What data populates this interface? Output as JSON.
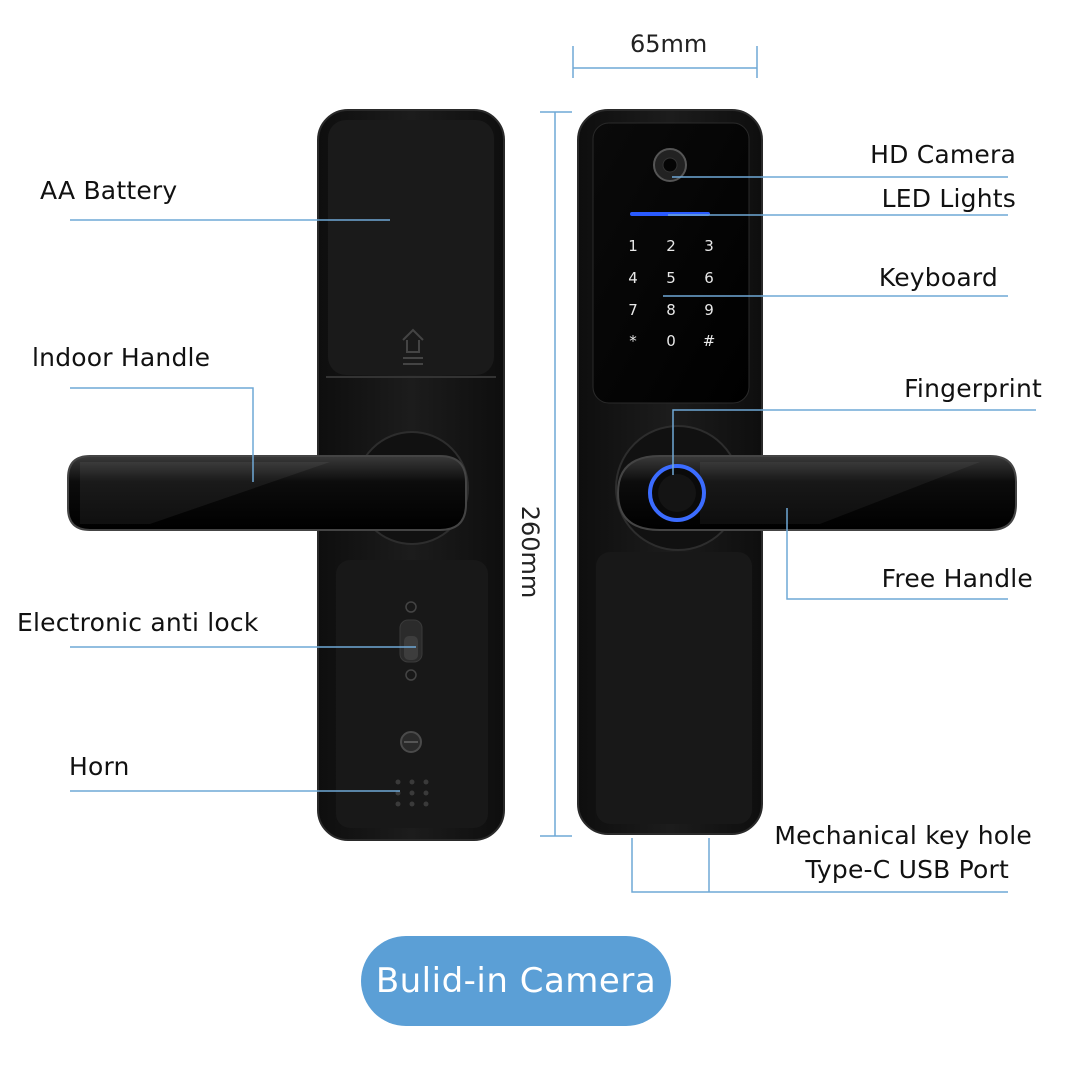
{
  "labels": {
    "aa_battery": "AA Battery",
    "indoor_handle": "lndoor Handle",
    "electronic_anti_lock": "Electronic anti lock",
    "horn": "Horn",
    "hd_camera": "HD Camera",
    "led_lights": "LED Lights",
    "keyboard": "Keyboard",
    "fingerprint": "Fingerprint",
    "free_handle": "Free Handle",
    "mechanical_key_hole": "Mechanical key hole",
    "type_c_usb_port": "Type-C USB Port"
  },
  "dimensions": {
    "width": "65mm",
    "height": "260mm"
  },
  "keypad": [
    "1",
    "2",
    "3",
    "4",
    "5",
    "6",
    "7",
    "8",
    "9",
    "*",
    "0",
    "#"
  ],
  "badge": {
    "text": "Bulid-in Camera"
  },
  "colors": {
    "leader_line": "#6fa8d6",
    "badge": "#5b9fd6",
    "lock_body": "#161616",
    "fingerprint_ring": "#3b6cff",
    "led": "#2a5bff"
  }
}
